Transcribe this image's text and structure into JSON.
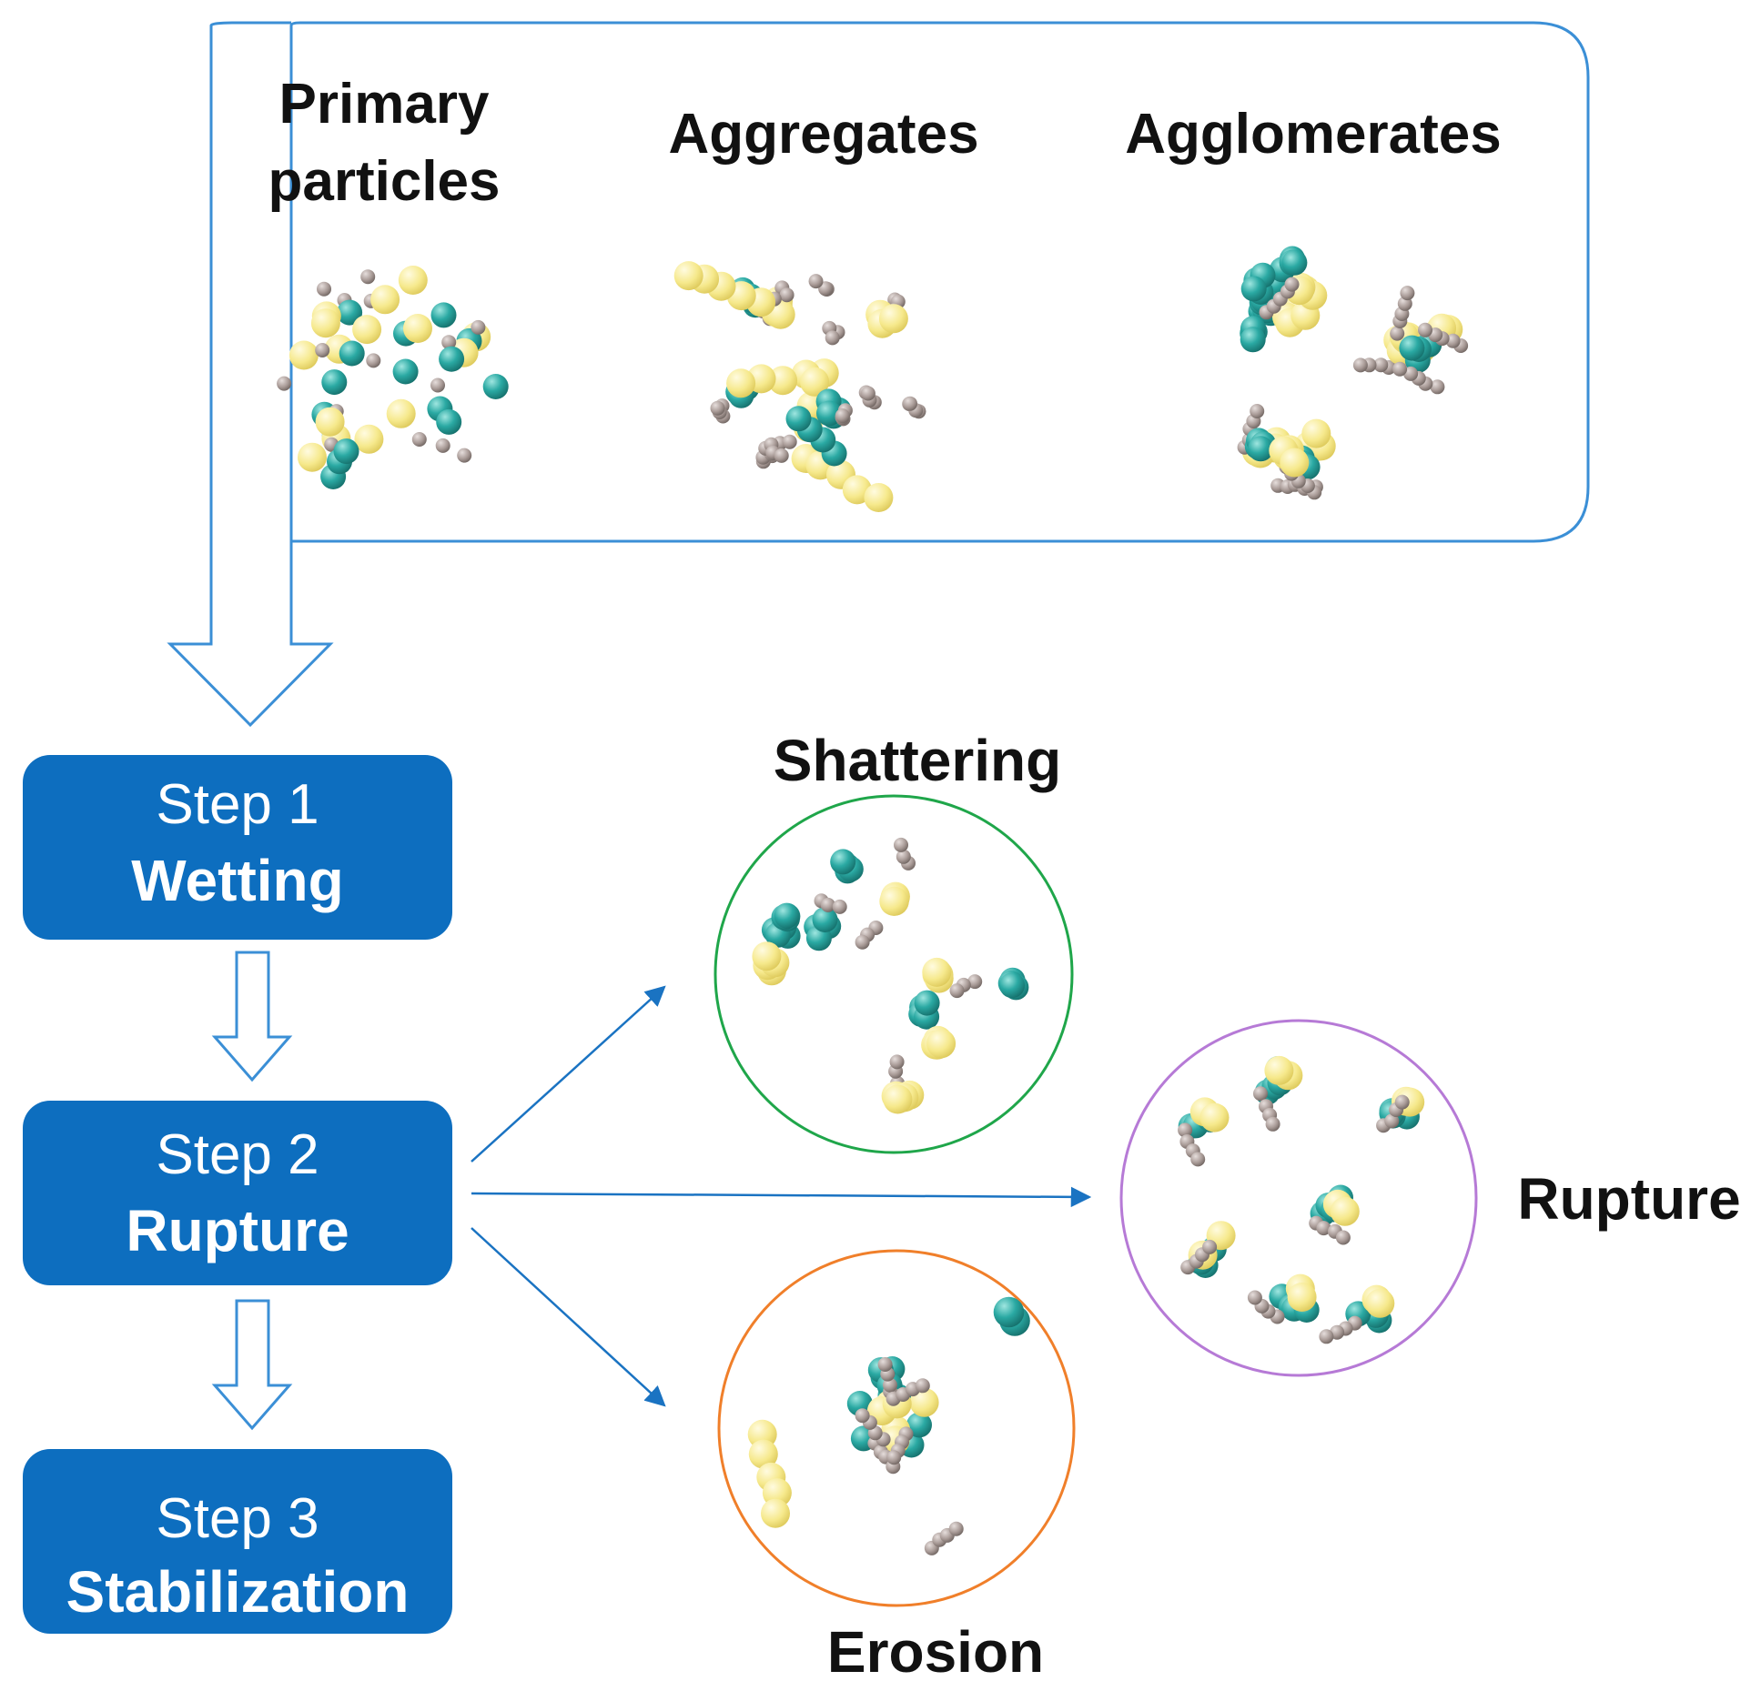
{
  "colors": {
    "step_box": "#0d6ebf",
    "outline_blue": "#3b8fd6",
    "arrow_blue": "#1a73c2",
    "shattering_circle": "#1fa64a",
    "erosion_circle": "#f07f2a",
    "rupture_circle": "#b67ad6",
    "particle_teal": "#2aa9a3",
    "particle_yellow": "#f6e98c",
    "particle_gray": "#a89a96"
  },
  "top_panel": {
    "primary_line1": "Primary",
    "primary_line2": "particles",
    "aggregates": "Aggregates",
    "agglomerates": "Agglomerates"
  },
  "steps": [
    {
      "number": "Step 1",
      "name": "Wetting"
    },
    {
      "number": "Step 2",
      "name": "Rupture"
    },
    {
      "number": "Step 3",
      "name": "Stabilization"
    }
  ],
  "mechanisms": {
    "shattering": "Shattering",
    "rupture": "Rupture",
    "erosion": "Erosion"
  },
  "icons": [
    "hollow-down-arrow-icon",
    "thin-arrow-icon",
    "particle-cluster-icon"
  ]
}
